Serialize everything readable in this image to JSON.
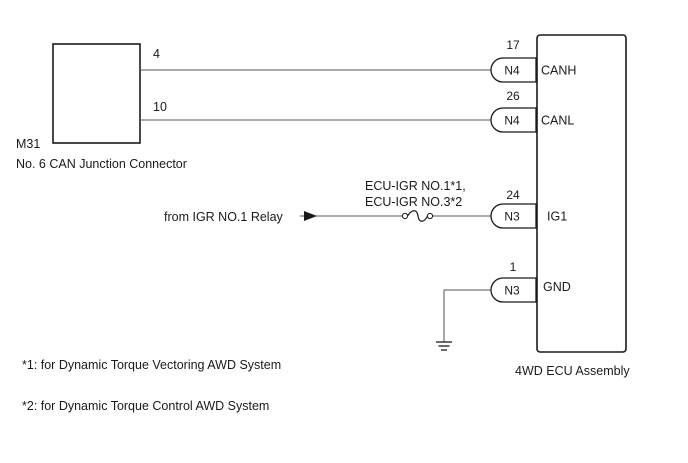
{
  "junction_connector": {
    "code": "M31",
    "name": "No. 6 CAN Junction Connector",
    "pins": [
      "4",
      "10"
    ]
  },
  "ecu": {
    "name": "4WD ECU Assembly"
  },
  "terminals": [
    {
      "pin": "17",
      "connector": "N4",
      "signal": "CANH"
    },
    {
      "pin": "26",
      "connector": "N4",
      "signal": "CANL"
    },
    {
      "pin": "24",
      "connector": "N3",
      "signal": "IG1"
    },
    {
      "pin": "1",
      "connector": "N3",
      "signal": "GND"
    }
  ],
  "fuse": {
    "line1": "ECU-IGR NO.1*1,",
    "line2": "ECU-IGR NO.3*2"
  },
  "source_label": "from IGR NO.1 Relay",
  "footnotes": [
    "*1: for Dynamic Torque Vectoring AWD System",
    "*2: for Dynamic Torque Control AWD System"
  ]
}
